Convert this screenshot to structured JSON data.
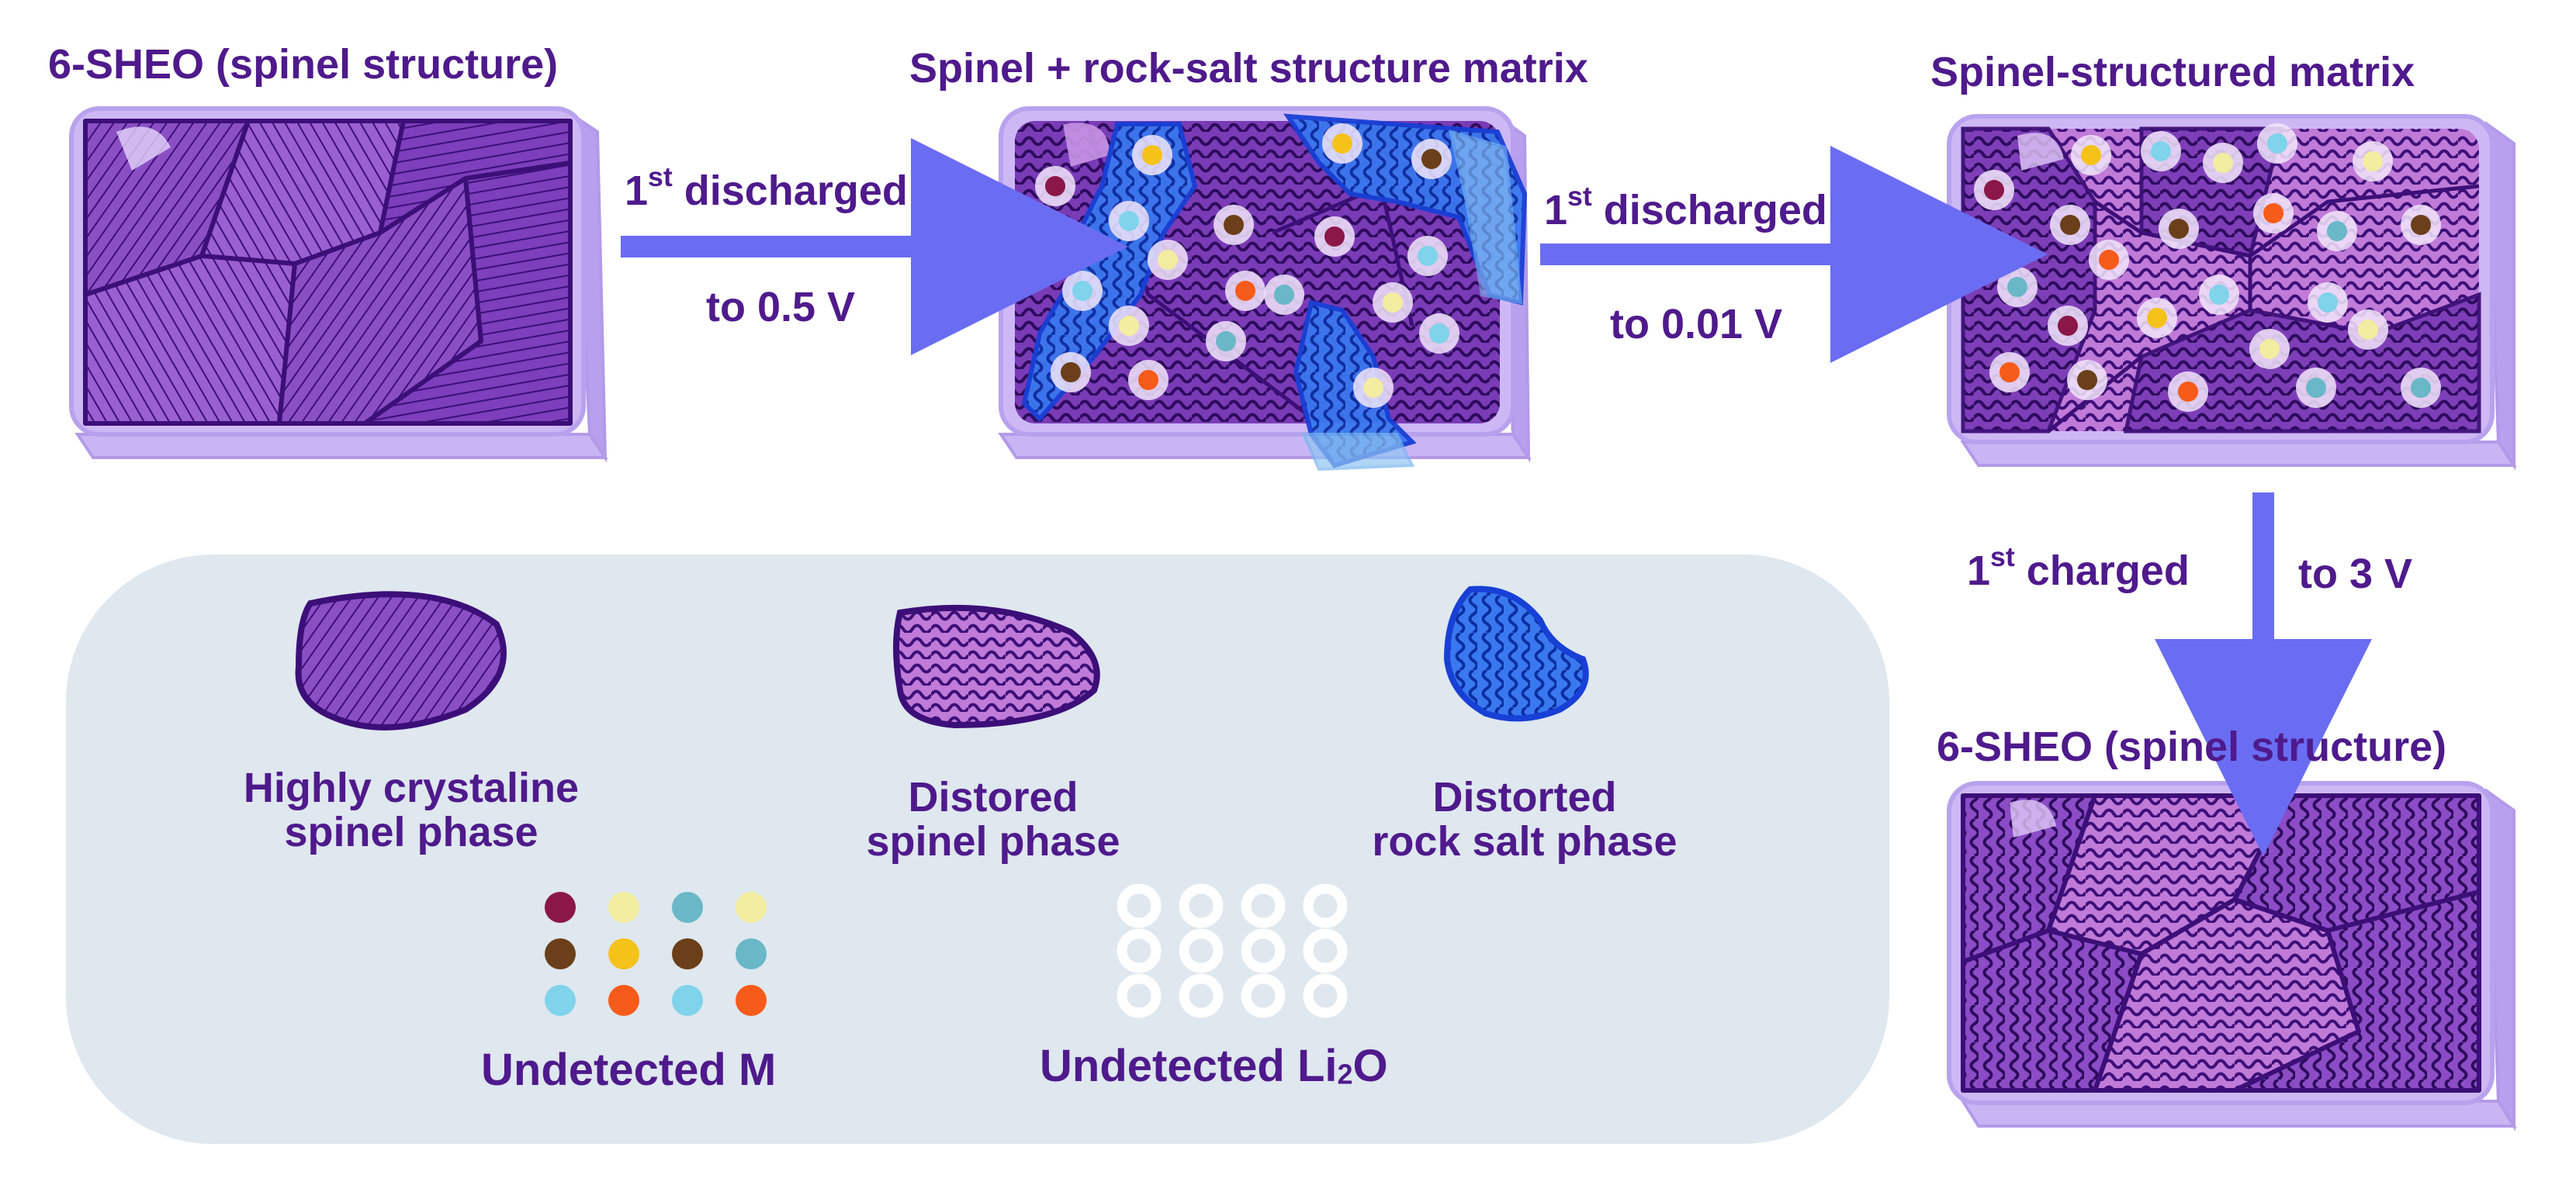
{
  "panels": {
    "initial": {
      "title": "6-SHEO (spinel structure)"
    },
    "mixed": {
      "title": "Spinel + rock-salt structure matrix"
    },
    "spinel_matrix": {
      "title": "Spinel-structured matrix"
    },
    "final": {
      "title": "6-SHEO (spinel structure)"
    }
  },
  "steps": {
    "step1": {
      "ordinal": "1",
      "sup": "st",
      "action": "discharged",
      "voltage": "to 0.5 V"
    },
    "step2": {
      "ordinal": "1",
      "sup": "st",
      "action": "discharged",
      "voltage": "to 0.01 V"
    },
    "step3": {
      "ordinal": "1",
      "sup": "st",
      "action": "charged",
      "voltage": "to 3 V"
    }
  },
  "legend": {
    "crystalline": {
      "line1": "Highly crystaline",
      "line2": "spinel phase"
    },
    "distorted_spinel": {
      "line1": "Distored",
      "line2": "spinel phase"
    },
    "distorted_rocksalt": {
      "line1": "Distorted",
      "line2": "rock salt phase"
    },
    "metal": {
      "label": "Undetected M"
    },
    "li2o": {
      "label_main": "Undetected Li",
      "label_sub": "2",
      "label_end": "O"
    }
  },
  "colors": {
    "title_text": "#4f1a8c",
    "arrow": "#6a6df2",
    "legend_bg": "#dfe7ef",
    "crystal_phase": "#6b2aa8",
    "spinel_phase": "#a85ed0",
    "rocksalt_phase": "#2f66e6",
    "outline": "#3c0f78",
    "box_border": "#c8b4f2"
  },
  "metal_dot_colors": [
    "#8a1747",
    "#f2eda0",
    "#6ab7c7",
    "#f2eda0",
    "#6b3f1a",
    "#f5c21a",
    "#6b3f1a",
    "#6ab7c7",
    "#7fd3ea",
    "#f75b1a",
    "#7fd3ea",
    "#f75b1a"
  ]
}
